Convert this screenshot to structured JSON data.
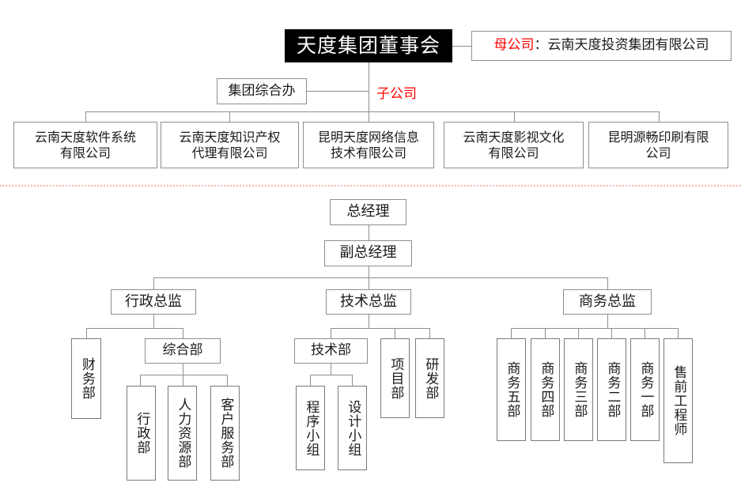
{
  "title_box": {
    "label": "天度集团董事会"
  },
  "parent_company": {
    "tag": "母公司",
    "separator": "：",
    "name": "云南天度投资集团有限公司"
  },
  "subsidiary_marker": {
    "label": "子公司"
  },
  "group_office": {
    "label": "集团综合办"
  },
  "subsidiaries": [
    {
      "label": "云南天度软件系统\n有限公司"
    },
    {
      "label": "云南天度知识产权\n代理有限公司"
    },
    {
      "label": "昆明天度网络信息\n技术有限公司"
    },
    {
      "label": "云南天度影视文化\n有限公司"
    },
    {
      "label": "昆明源畅印刷有限\n公司"
    }
  ],
  "management": {
    "general_manager": {
      "label": "总经理"
    },
    "deputy_general_manager": {
      "label": "副总经理"
    }
  },
  "directors": [
    {
      "label": "行政总监"
    },
    {
      "label": "技术总监"
    },
    {
      "label": "商务总监"
    }
  ],
  "admin_branch": {
    "finance": {
      "label": "财务部"
    },
    "comprehensive": {
      "label": "综合部"
    },
    "comprehensive_children": [
      {
        "label": "行政部"
      },
      {
        "label": "人力资源部"
      },
      {
        "label": "客户服务部"
      }
    ]
  },
  "tech_branch": {
    "tech_dept": {
      "label": "技术部"
    },
    "tech_children": [
      {
        "label": "程序小组"
      },
      {
        "label": "设计小组"
      }
    ],
    "siblings": [
      {
        "label": "项目部"
      },
      {
        "label": "研发部"
      }
    ]
  },
  "business_branch": {
    "units": [
      {
        "label": "商务五部"
      },
      {
        "label": "商务四部"
      },
      {
        "label": "商务三部"
      },
      {
        "label": "商务二部"
      },
      {
        "label": "商务一部"
      },
      {
        "label": "售前工程师"
      }
    ]
  },
  "colors": {
    "accent_red": "#ff0000",
    "divider": "#ffb3b3",
    "line": "#8f8f8f",
    "header_bg": "#000000"
  }
}
